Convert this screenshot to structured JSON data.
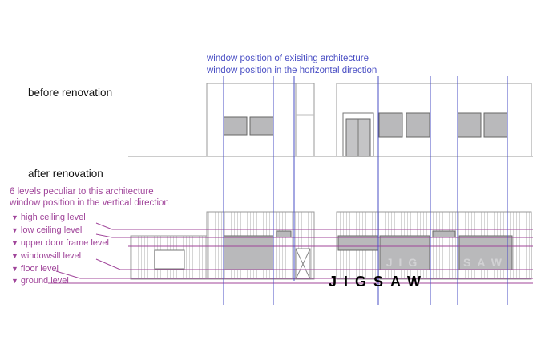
{
  "labels": {
    "before": "before renovation",
    "after": "after renovation",
    "blue_line_1": "window position of exisiting  architecture",
    "blue_line_2": "window position in the horizontal direction",
    "pink_line_1": "6 levels peculiar to this architecture",
    "pink_line_2": "window position in the vertical direction"
  },
  "levels": [
    {
      "marker": "▼",
      "label": "high ceiling level"
    },
    {
      "marker": "▼",
      "label": "low ceiling level"
    },
    {
      "marker": "▼",
      "label": "upper door frame level"
    },
    {
      "marker": "▼",
      "label": "windowsill level"
    },
    {
      "marker": "▼",
      "label": "floor level"
    },
    {
      "marker": "▼",
      "label": "ground level"
    }
  ],
  "sign": {
    "main": "JIGSAW",
    "ghost_left": "JIG",
    "ghost_right": "SAW"
  },
  "colors": {
    "blue_lines": "#4a4fc4",
    "level_lines": "#a0459a",
    "window_fill": "#b9b9bb",
    "outline": "#888888"
  }
}
